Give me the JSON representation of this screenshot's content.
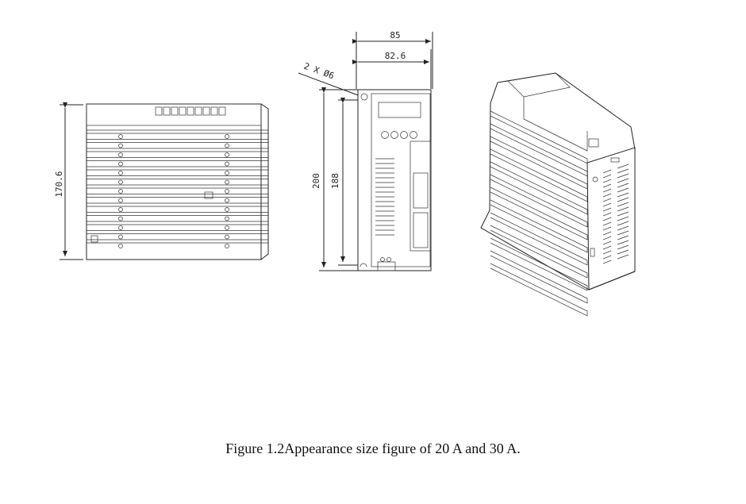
{
  "caption": "Figure 1.2Appearance size figure of 20 A and 30 A.",
  "dimensions": {
    "width_outer": "85",
    "width_inner": "82.6",
    "hole": "2 X  Ø6",
    "height_outer": "200",
    "height_inner": "188",
    "depth": "170.6"
  }
}
